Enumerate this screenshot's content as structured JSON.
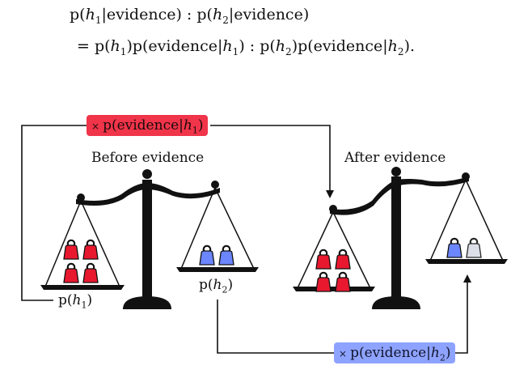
{
  "equation": {
    "line1": {
      "p1": "p(",
      "h1": "h",
      "h1_sub": "1",
      "mid1": "|evidence) : ",
      "p2": "p(",
      "h2": "h",
      "h2_sub": "2",
      "end1": "|evidence)"
    },
    "line2": {
      "eq": "= ",
      "a": "p(",
      "a_h": "h",
      "a_sub": "1",
      "a_end": ")",
      "b": "p(evidence|",
      "b_h": "h",
      "b_sub": "1",
      "b_end": ") : ",
      "c": "p(",
      "c_h": "h",
      "c_sub": "2",
      "c_end": ")",
      "d": "p(evidence|",
      "d_h": "h",
      "d_sub": "2",
      "d_end": ")."
    }
  },
  "before": {
    "title": "Before evidence"
  },
  "after": {
    "title": "After evidence"
  },
  "labels": {
    "ph1": {
      "p": "p(",
      "h": "h",
      "sub": "1",
      "end": ")"
    },
    "ph2": {
      "p": "p(",
      "h": "h",
      "sub": "2",
      "end": ")"
    }
  },
  "likelihood_h1": {
    "times": "×",
    "text": "p(evidence|",
    "h": "h",
    "sub": "1",
    "end": ")"
  },
  "likelihood_h2": {
    "times": "×",
    "text": "p(evidence|",
    "h": "h",
    "sub": "2",
    "end": ")"
  },
  "colors": {
    "red": "#e8192f",
    "blue": "#6b86ff",
    "faded_blue": "#d9dbe6",
    "tag_red": "#f0344a",
    "tag_blue": "#8ea3ff"
  },
  "weights": {
    "before_left_red": 4,
    "before_right_blue": 2,
    "after_left_red": 4,
    "after_right_blue": 1,
    "after_right_faded": 1
  }
}
